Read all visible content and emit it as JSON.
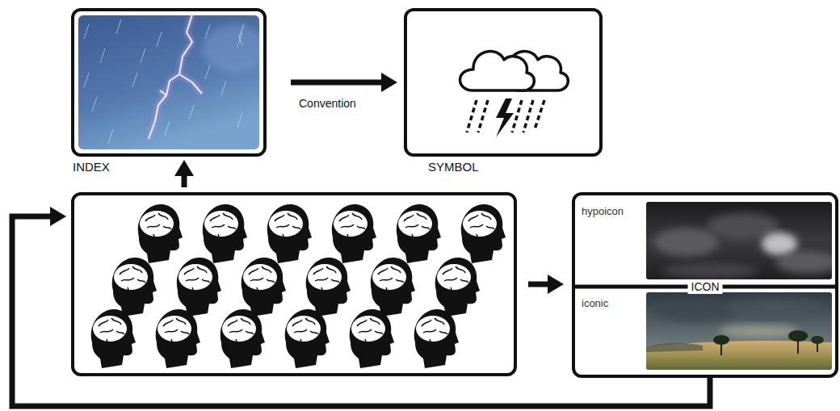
{
  "diagram": {
    "nodes": [
      {
        "text": [
          "INDEX"
        ]
      },
      {
        "text": [
          "SYMBOL"
        ]
      },
      {
        "text": []
      },
      {
        "text": [
          "ICON"
        ]
      },
      {
        "text": [
          "hypoicon"
        ],
        "in": 3
      },
      {
        "text": [
          "iconic"
        ],
        "in": 3
      }
    ],
    "edges": [
      {
        "from": 0,
        "to": 1,
        "arrow": "to",
        "label": "Convention"
      },
      {
        "from": 2,
        "to": 0,
        "arrow": "to"
      },
      {
        "from": 2,
        "to": 3,
        "arrow": "to"
      },
      {
        "from": 3,
        "to": 2,
        "arrow": "to"
      }
    ]
  }
}
